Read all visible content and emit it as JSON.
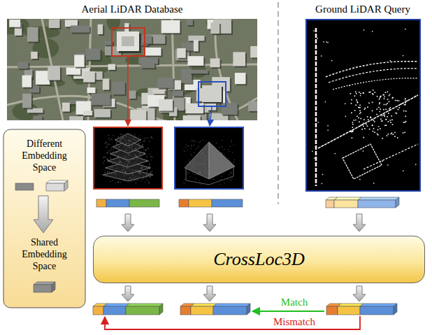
{
  "diagram": {
    "nodes": [
      {
        "text": [
          "Different Embedding Space",
          "Shared Embedding Space"
        ]
      },
      {
        "text": [
          "CrossLoc3D"
        ]
      }
    ],
    "labels": [
      "Aerial LiDAR Database",
      "Ground LiDAR Query",
      "Match",
      "Mismatch"
    ]
  }
}
